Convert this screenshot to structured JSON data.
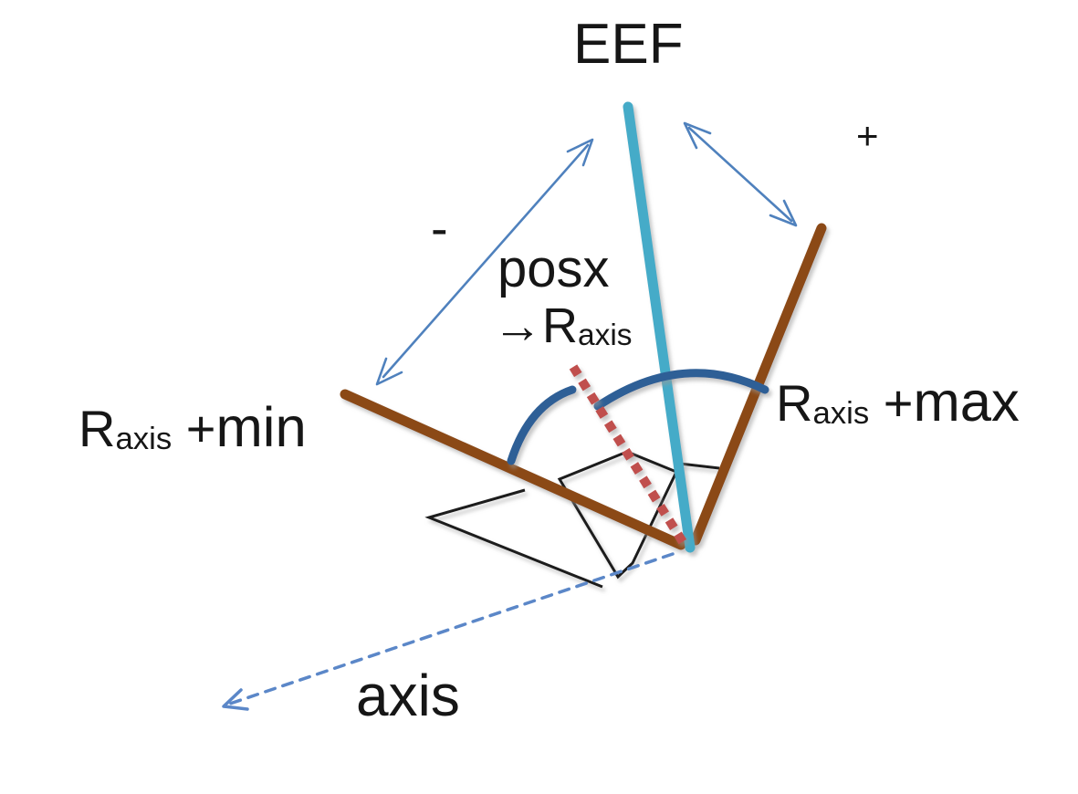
{
  "labels": {
    "eef": "EEF",
    "plus_sign": "+",
    "minus_sign": "-",
    "posx": "posx",
    "mapping": {
      "arrow": "→",
      "base": "R",
      "sub": "axis"
    },
    "raxis_min": {
      "base": "R",
      "sub": "axis",
      "plus": " +",
      "word": "min"
    },
    "raxis_max": {
      "base": "R",
      "sub": "axis",
      "plus": " +",
      "word": "max"
    },
    "axis": "axis"
  },
  "colors": {
    "teal_eef_line": "#45ABC8",
    "brown_limit_line": "#8B4A16",
    "dark_blue_arc": "#2E5E96",
    "red_dashed": "#C0504D",
    "arrow_blue": "#4F81BD",
    "axis_dash_blue": "#5B87C8",
    "black_line": "#1a1a1a",
    "text": "#161616",
    "background": "#ffffff"
  }
}
